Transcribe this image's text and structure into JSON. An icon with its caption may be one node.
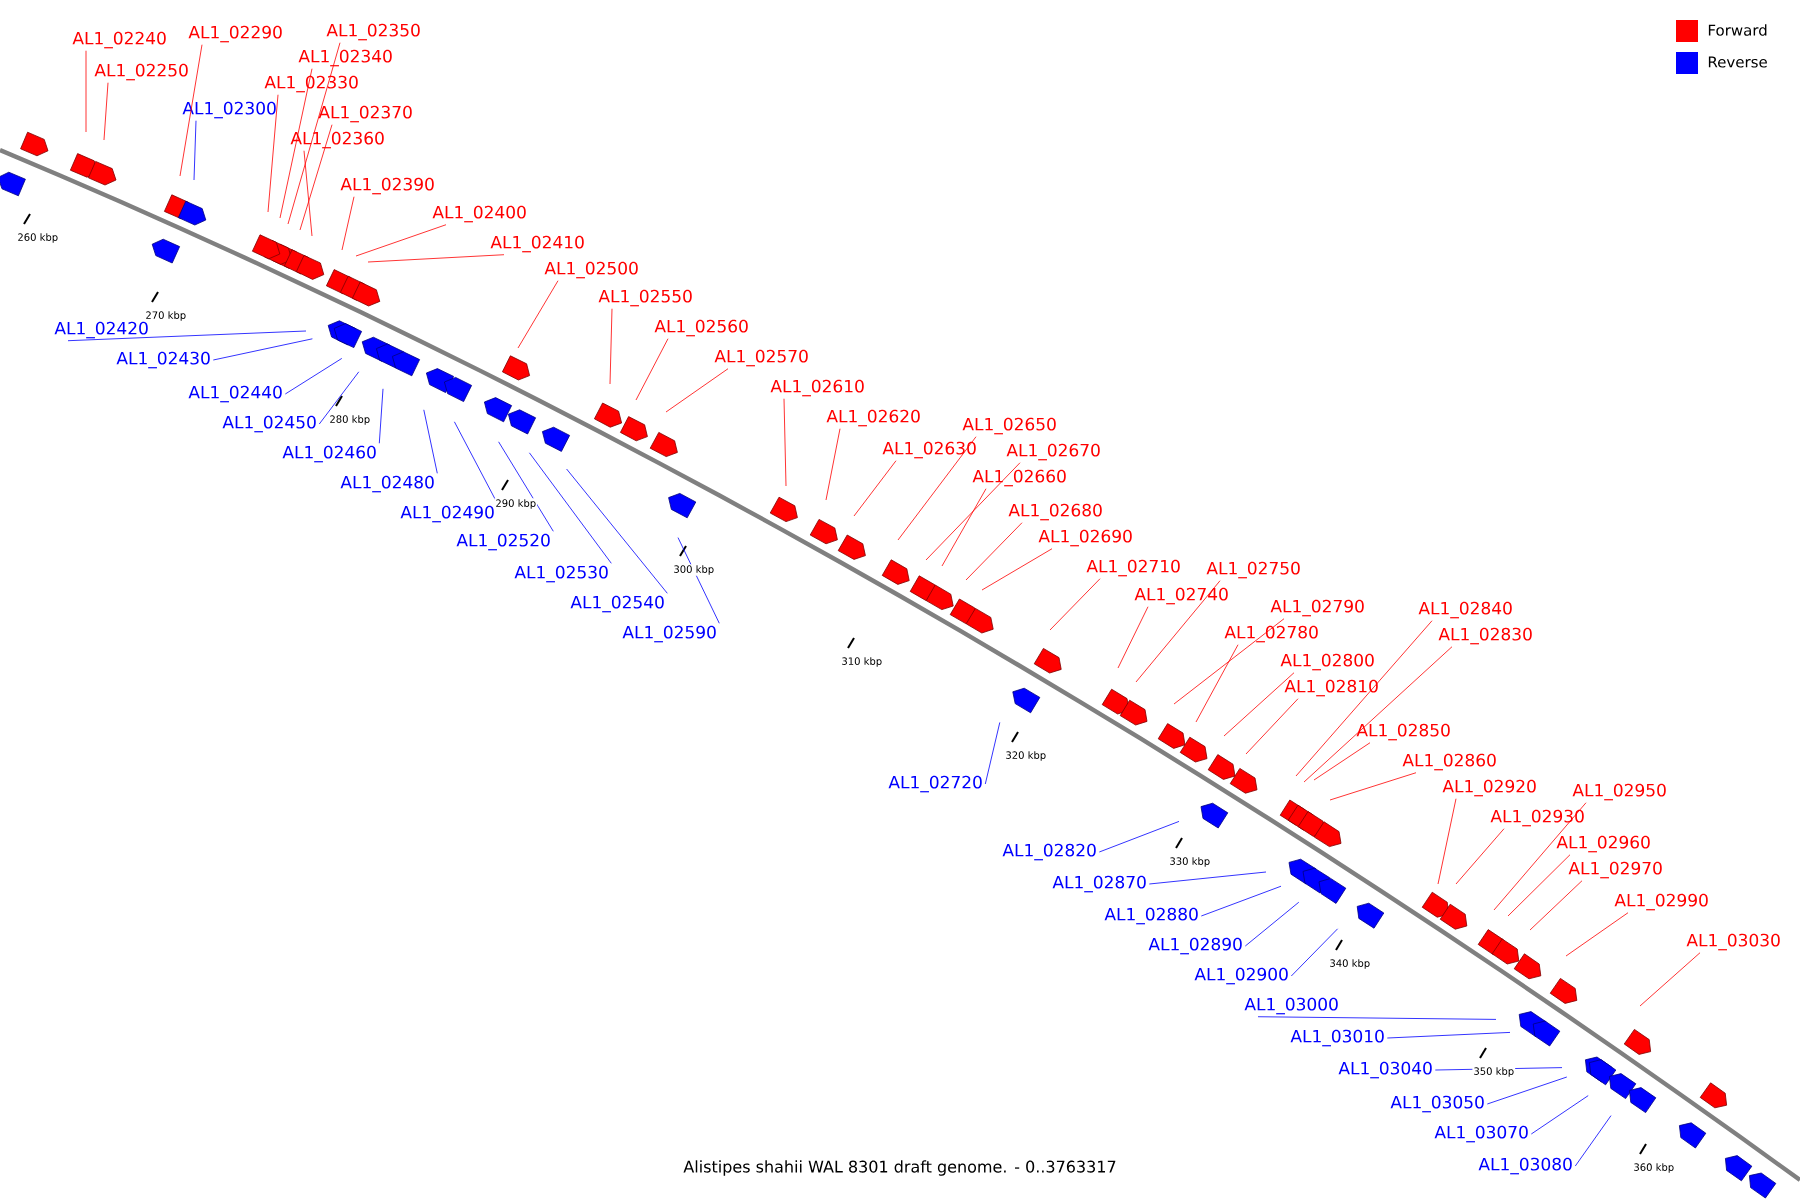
{
  "diagram": {
    "caption": "Alistipes shahii WAL 8301 draft genome. - 0..3763317",
    "nodes": [
      {
        "text": [
          "AL1_02240"
        ]
      },
      {
        "text": [
          "AL1_02250"
        ]
      },
      {
        "text": [
          "AL1_02290"
        ]
      },
      {
        "text": [
          "AL1_02300"
        ]
      },
      {
        "text": [
          "AL1_02350"
        ]
      },
      {
        "text": [
          "AL1_02340"
        ]
      },
      {
        "text": [
          "AL1_02330"
        ]
      },
      {
        "text": [
          "AL1_02370"
        ]
      },
      {
        "text": [
          "AL1_02360"
        ]
      },
      {
        "text": [
          "AL1_02390"
        ]
      },
      {
        "text": [
          "AL1_02400"
        ]
      },
      {
        "text": [
          "AL1_02410"
        ]
      },
      {
        "text": [
          "AL1_02500"
        ]
      },
      {
        "text": [
          "AL1_02550"
        ]
      },
      {
        "text": [
          "AL1_02560"
        ]
      },
      {
        "text": [
          "AL1_02570"
        ]
      },
      {
        "text": [
          "AL1_02610"
        ]
      },
      {
        "text": [
          "AL1_02620"
        ]
      },
      {
        "text": [
          "AL1_02630"
        ]
      },
      {
        "text": [
          "AL1_02650"
        ]
      },
      {
        "text": [
          "AL1_02670"
        ]
      },
      {
        "text": [
          "AL1_02660"
        ]
      },
      {
        "text": [
          "AL1_02680"
        ]
      },
      {
        "text": [
          "AL1_02690"
        ]
      },
      {
        "text": [
          "AL1_02710"
        ]
      },
      {
        "text": [
          "AL1_02740"
        ]
      },
      {
        "text": [
          "AL1_02750"
        ]
      },
      {
        "text": [
          "AL1_02790"
        ]
      },
      {
        "text": [
          "AL1_02780"
        ]
      },
      {
        "text": [
          "AL1_02800"
        ]
      },
      {
        "text": [
          "AL1_02810"
        ]
      },
      {
        "text": [
          "AL1_02840"
        ]
      },
      {
        "text": [
          "AL1_02830"
        ]
      },
      {
        "text": [
          "AL1_02850"
        ]
      },
      {
        "text": [
          "AL1_02860"
        ]
      },
      {
        "text": [
          "AL1_02920"
        ]
      },
      {
        "text": [
          "AL1_02930"
        ]
      },
      {
        "text": [
          "AL1_02950"
        ]
      },
      {
        "text": [
          "AL1_02960"
        ]
      },
      {
        "text": [
          "AL1_02970"
        ]
      },
      {
        "text": [
          "AL1_02990"
        ]
      },
      {
        "text": [
          "AL1_03030"
        ]
      },
      {
        "text": [
          "AL1_02420"
        ]
      },
      {
        "text": [
          "AL1_02430"
        ]
      },
      {
        "text": [
          "AL1_02440"
        ]
      },
      {
        "text": [
          "AL1_02450"
        ]
      },
      {
        "text": [
          "AL1_02460"
        ]
      },
      {
        "text": [
          "AL1_02480"
        ]
      },
      {
        "text": [
          "AL1_02490"
        ]
      },
      {
        "text": [
          "AL1_02520"
        ]
      },
      {
        "text": [
          "AL1_02530"
        ]
      },
      {
        "text": [
          "AL1_02540"
        ]
      },
      {
        "text": [
          "AL1_02590"
        ]
      },
      {
        "text": [
          "AL1_02720"
        ]
      },
      {
        "text": [
          "AL1_02820"
        ]
      },
      {
        "text": [
          "AL1_02870"
        ]
      },
      {
        "text": [
          "AL1_02880"
        ]
      },
      {
        "text": [
          "AL1_02890"
        ]
      },
      {
        "text": [
          "AL1_02900"
        ]
      },
      {
        "text": [
          "AL1_03000"
        ]
      },
      {
        "text": [
          "AL1_03010"
        ]
      },
      {
        "text": [
          "AL1_03040"
        ]
      },
      {
        "text": [
          "AL1_03050"
        ]
      },
      {
        "text": [
          "AL1_03070"
        ]
      },
      {
        "text": [
          "AL1_03080"
        ]
      }
    ],
    "edges": [
      {
        "from": 0,
        "to": null,
        "arrow": "none"
      },
      {
        "from": 1,
        "to": null,
        "arrow": "none"
      },
      {
        "from": 2,
        "to": null,
        "arrow": "none"
      },
      {
        "from": 3,
        "to": null,
        "arrow": "none",
        "color": "#0000ff"
      },
      {
        "from": 4,
        "to": null,
        "arrow": "none"
      },
      {
        "from": 5,
        "to": null,
        "arrow": "none"
      },
      {
        "from": 6,
        "to": null,
        "arrow": "none"
      },
      {
        "from": 7,
        "to": null,
        "arrow": "none"
      },
      {
        "from": 8,
        "to": null,
        "arrow": "none"
      },
      {
        "from": 9,
        "to": null,
        "arrow": "none"
      },
      {
        "from": 10,
        "to": null,
        "arrow": "none"
      },
      {
        "from": 11,
        "to": null,
        "arrow": "none"
      },
      {
        "from": 12,
        "to": null,
        "arrow": "none"
      },
      {
        "from": 13,
        "to": null,
        "arrow": "none"
      },
      {
        "from": 14,
        "to": null,
        "arrow": "none"
      },
      {
        "from": 15,
        "to": null,
        "arrow": "none"
      },
      {
        "from": 16,
        "to": null,
        "arrow": "none"
      },
      {
        "from": 17,
        "to": null,
        "arrow": "none"
      },
      {
        "from": 18,
        "to": null,
        "arrow": "none"
      },
      {
        "from": 19,
        "to": null,
        "arrow": "none"
      },
      {
        "from": 20,
        "to": null,
        "arrow": "none"
      },
      {
        "from": 21,
        "to": null,
        "arrow": "none"
      },
      {
        "from": 22,
        "to": null,
        "arrow": "none"
      },
      {
        "from": 23,
        "to": null,
        "arrow": "none"
      },
      {
        "from": 24,
        "to": null,
        "arrow": "none"
      },
      {
        "from": 25,
        "to": null,
        "arrow": "none"
      },
      {
        "from": 26,
        "to": null,
        "arrow": "none"
      },
      {
        "from": 27,
        "to": null,
        "arrow": "none"
      },
      {
        "from": 28,
        "to": null,
        "arrow": "none"
      },
      {
        "from": 29,
        "to": null,
        "arrow": "none"
      },
      {
        "from": 30,
        "to": null,
        "arrow": "none"
      },
      {
        "from": 31,
        "to": null,
        "arrow": "none"
      },
      {
        "from": 32,
        "to": null,
        "arrow": "none"
      },
      {
        "from": 33,
        "to": null,
        "arrow": "none"
      },
      {
        "from": 34,
        "to": null,
        "arrow": "none"
      },
      {
        "from": 35,
        "to": null,
        "arrow": "none"
      },
      {
        "from": 36,
        "to": null,
        "arrow": "none"
      },
      {
        "from": 37,
        "to": null,
        "arrow": "none"
      },
      {
        "from": 38,
        "to": null,
        "arrow": "none"
      },
      {
        "from": 39,
        "to": null,
        "arrow": "none"
      },
      {
        "from": 40,
        "to": null,
        "arrow": "none"
      },
      {
        "from": 41,
        "to": null,
        "arrow": "none"
      },
      {
        "from": 42,
        "to": null,
        "arrow": "none",
        "color": "#0000ff"
      },
      {
        "from": 43,
        "to": null,
        "arrow": "none",
        "color": "#0000ff"
      },
      {
        "from": 44,
        "to": null,
        "arrow": "none",
        "color": "#0000ff"
      },
      {
        "from": 45,
        "to": null,
        "arrow": "none",
        "color": "#0000ff"
      },
      {
        "from": 46,
        "to": null,
        "arrow": "none",
        "color": "#0000ff"
      },
      {
        "from": 47,
        "to": null,
        "arrow": "none",
        "color": "#0000ff"
      },
      {
        "from": 48,
        "to": null,
        "arrow": "none",
        "color": "#0000ff"
      },
      {
        "from": 49,
        "to": null,
        "arrow": "none",
        "color": "#0000ff"
      },
      {
        "from": 50,
        "to": null,
        "arrow": "none",
        "color": "#0000ff"
      },
      {
        "from": 51,
        "to": null,
        "arrow": "none",
        "color": "#0000ff"
      },
      {
        "from": 52,
        "to": null,
        "arrow": "none",
        "color": "#0000ff"
      },
      {
        "from": 53,
        "to": null,
        "arrow": "none",
        "color": "#0000ff"
      },
      {
        "from": 54,
        "to": null,
        "arrow": "none",
        "color": "#0000ff"
      },
      {
        "from": 55,
        "to": null,
        "arrow": "none",
        "color": "#0000ff"
      },
      {
        "from": 56,
        "to": null,
        "arrow": "none",
        "color": "#0000ff"
      },
      {
        "from": 57,
        "to": null,
        "arrow": "none",
        "color": "#0000ff"
      },
      {
        "from": 58,
        "to": null,
        "arrow": "none",
        "color": "#0000ff"
      },
      {
        "from": 59,
        "to": null,
        "arrow": "none",
        "color": "#0000ff"
      },
      {
        "from": 60,
        "to": null,
        "arrow": "none",
        "color": "#0000ff"
      },
      {
        "from": 61,
        "to": null,
        "arrow": "none",
        "color": "#0000ff"
      },
      {
        "from": 62,
        "to": null,
        "arrow": "none",
        "color": "#0000ff"
      },
      {
        "from": 63,
        "to": null,
        "arrow": "none",
        "color": "#0000ff"
      },
      {
        "from": 64,
        "to": null,
        "arrow": "none",
        "color": "#0000ff"
      }
    ],
    "labels": [
      "260 kbp",
      "270 kbp",
      "280 kbp",
      "290 kbp",
      "300 kbp",
      "310 kbp",
      "320 kbp",
      "330 kbp",
      "340 kbp",
      "350 kbp",
      "360 kbp"
    ],
    "legend": [
      {
        "text": "Forward",
        "color": "#ff0000"
      },
      {
        "text": "Reverse",
        "color": "#0000ff"
      }
    ]
  }
}
